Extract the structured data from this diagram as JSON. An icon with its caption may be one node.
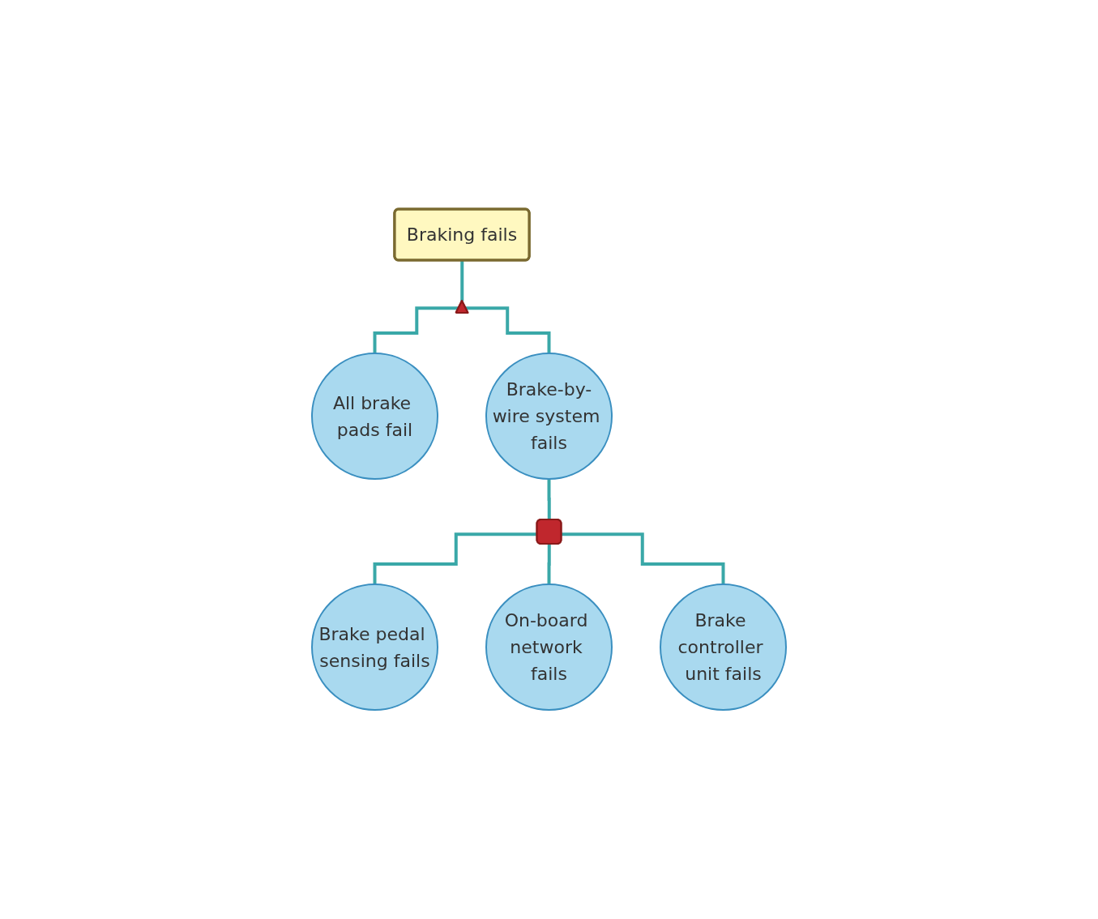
{
  "diagram": {
    "nodes": [
      {
        "text": [
          "Braking fails"
        ]
      },
      {
        "text": [],
        "shape": "or-gate"
      },
      {
        "text": [
          "All brake pads fail"
        ]
      },
      {
        "text": [
          "Brake-by-wire system fails"
        ]
      },
      {
        "text": [],
        "shape": "and-gate"
      },
      {
        "text": [
          "Brake pedal sensing fails"
        ]
      },
      {
        "text": [
          "On-board network fails"
        ]
      },
      {
        "text": [
          "Brake controller unit fails"
        ]
      }
    ],
    "edges": [
      {
        "from": 0,
        "to": 1,
        "arrow": "none"
      },
      {
        "from": 1,
        "to": 2,
        "arrow": "none"
      },
      {
        "from": 1,
        "to": 3,
        "arrow": "none"
      },
      {
        "from": 3,
        "to": 4,
        "arrow": "none"
      },
      {
        "from": 4,
        "to": 5,
        "arrow": "none"
      },
      {
        "from": 4,
        "to": 6,
        "arrow": "none"
      },
      {
        "from": 4,
        "to": 7,
        "arrow": "none"
      }
    ]
  }
}
